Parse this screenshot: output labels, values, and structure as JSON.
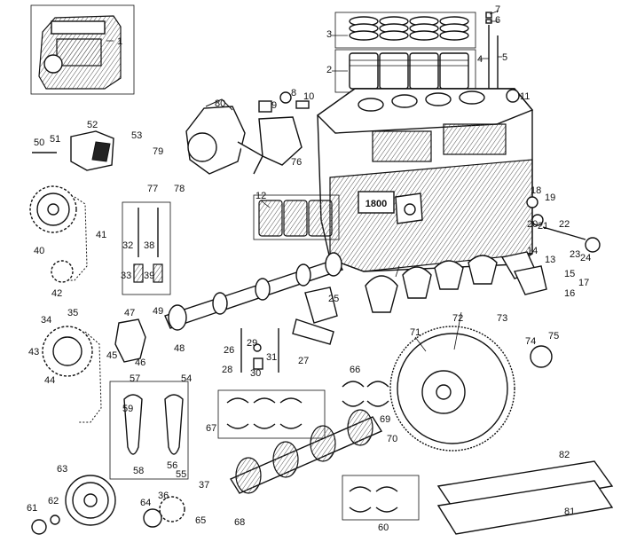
{
  "diagram": {
    "callouts": [
      "1",
      "2",
      "3",
      "4",
      "5",
      "6",
      "7",
      "8",
      "9",
      "10",
      "11",
      "12",
      "13",
      "14",
      "15",
      "16",
      "17",
      "18",
      "19",
      "20",
      "21",
      "22",
      "23",
      "24",
      "25",
      "26",
      "27",
      "28",
      "29",
      "30",
      "31",
      "32",
      "33",
      "34",
      "35",
      "36",
      "37",
      "38",
      "39",
      "40",
      "41",
      "42",
      "43",
      "44",
      "45",
      "46",
      "47",
      "48",
      "49",
      "50",
      "51",
      "52",
      "53",
      "54",
      "55",
      "56",
      "57",
      "58",
      "59",
      "60",
      "61",
      "62",
      "63",
      "64",
      "65",
      "66",
      "67",
      "68",
      "69",
      "70",
      "71",
      "72",
      "73",
      "74",
      "75",
      "76",
      "77",
      "78",
      "79",
      "80",
      "81",
      "82"
    ],
    "casting_mark": "1800"
  }
}
